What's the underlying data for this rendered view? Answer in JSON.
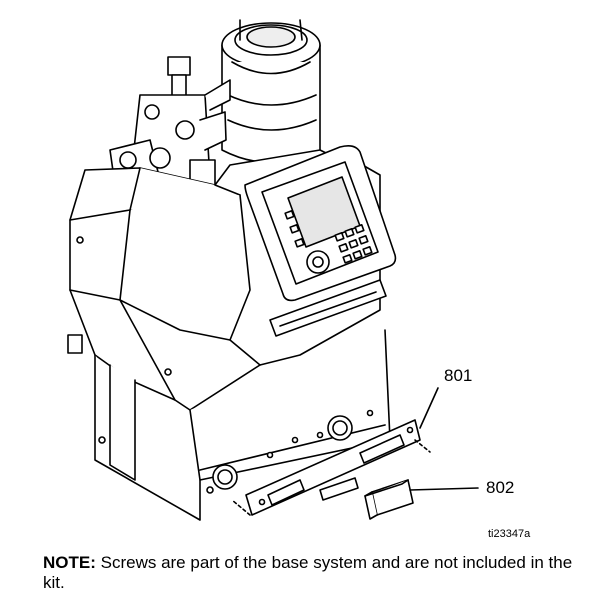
{
  "callouts": {
    "part_801": "801",
    "part_802": "802"
  },
  "figure_id": "ti23347a",
  "note": {
    "label": "NOTE:",
    "text": " Screws are part of the base system and are not included in the kit."
  },
  "colors": {
    "line": "#000000",
    "panel_fill": "#ffffff",
    "screen_fill": "#e6e6e6",
    "shade": "#d9d9d9"
  }
}
